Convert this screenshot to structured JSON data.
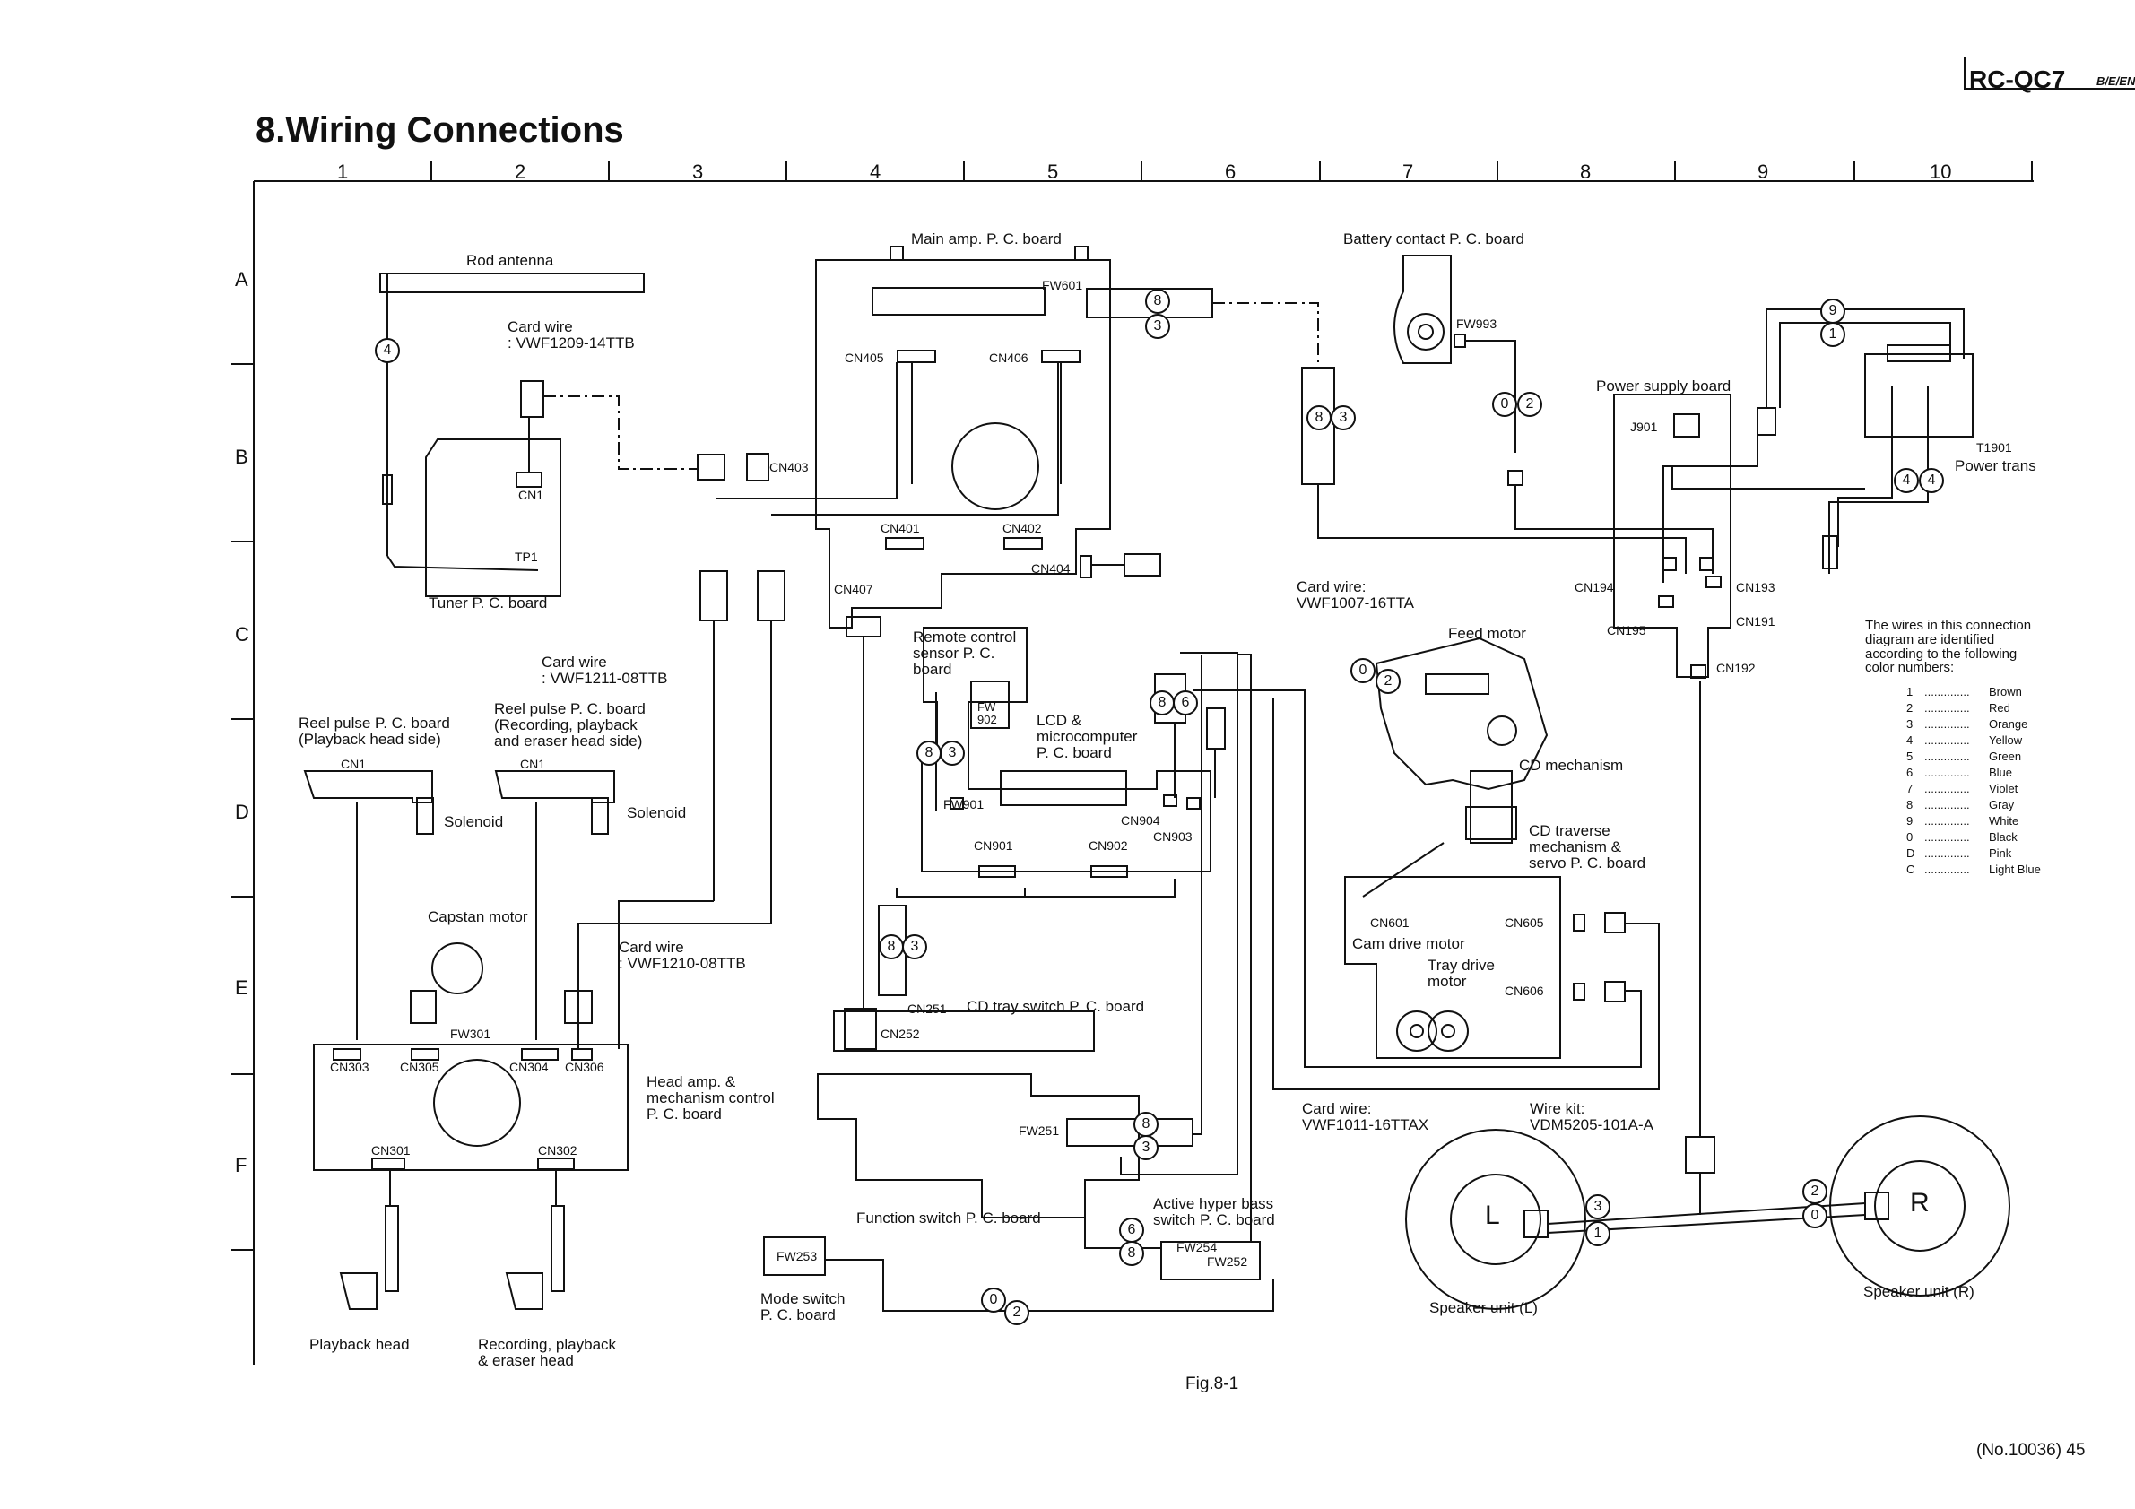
{
  "header": {
    "model": "RC-QC7",
    "variants": "B/E/EN/G"
  },
  "title": "8.Wiring Connections",
  "grid": {
    "columns": [
      "1",
      "2",
      "3",
      "4",
      "5",
      "6",
      "7",
      "8",
      "9",
      "10"
    ],
    "rows": [
      "A",
      "B",
      "C",
      "D",
      "E",
      "F"
    ]
  },
  "boards": {
    "main_amp": "Main amp. P. C. board",
    "battery_contact": "Battery contact P. C. board",
    "power_supply": "Power supply board",
    "power_trans": "Power trans",
    "tuner": "Tuner P. C. board",
    "remote_sensor": "Remote control\nsensor P. C.\nboard",
    "lcd_micro": "LCD &\nmicrocomputer\nP. C. board",
    "reel_pulse_play": "Reel pulse P. C. board\n(Playback head side)",
    "reel_pulse_rec": "Reel pulse P. C. board\n(Recording, playback\n and eraser head side)",
    "head_amp": "Head amp. &\nmechanism control\nP. C. board",
    "cd_tray_switch": "CD tray switch P. C. board",
    "function_switch": "Function switch P. C. board",
    "active_hyper_bass": "Active hyper bass\nswitch P. C. board",
    "mode_switch": "Mode switch\nP. C. board",
    "cd_traverse": "CD traverse\nmechanism &\nservo P. C. board"
  },
  "components": {
    "rod_antenna": "Rod antenna",
    "capstan_motor": "Capstan motor",
    "solenoid_1": "Solenoid",
    "solenoid_2": "Solenoid",
    "feed_motor": "Feed motor",
    "cd_mechanism": "CD mechanism",
    "cam_drive_motor": "Cam drive motor",
    "tray_drive_motor": "Tray drive\nmotor",
    "playback_head": "Playback head",
    "rec_head": "Recording, playback\n& eraser head",
    "speaker_l": "Speaker unit (L)",
    "speaker_r": "Speaker unit (R)",
    "speaker_l_mark": "L",
    "speaker_r_mark": "R"
  },
  "wires": {
    "card_wire_1209": "Card wire\n: VWF1209-14TTB",
    "card_wire_1211": "Card wire\n: VWF1211-08TTB",
    "card_wire_1210": "Card wire\n: VWF1210-08TTB",
    "card_wire_1007": "Card wire:\nVWF1007-16TTA",
    "card_wire_1011": "Card wire:\nVWF1011-16TTAX",
    "wire_kit": "Wire kit:\nVDM5205-101A-A"
  },
  "connectors": {
    "cn405": "CN405",
    "cn406": "CN406",
    "fw601": "FW601",
    "fw993": "FW993",
    "j901": "J901",
    "t1901": "T1901",
    "cn1_tuner": "CN1",
    "tp1": "TP1",
    "cn403": "CN403",
    "cn401": "CN401",
    "cn402": "CN402",
    "cn404": "CN404",
    "cn407": "CN407",
    "cn194": "CN194",
    "cn193": "CN193",
    "cn195": "CN195",
    "cn191": "CN191",
    "cn192": "CN192",
    "fw902": "FW\n902",
    "fw901": "FW901",
    "cn904": "CN904",
    "cn903": "CN903",
    "cn901": "CN901",
    "cn902": "CN902",
    "cn1_play": "CN1",
    "cn1_rec": "CN1",
    "cn601": "CN601",
    "cn605": "CN605",
    "cn606": "CN606",
    "fw301": "FW301",
    "cn303": "CN303",
    "cn305": "CN305",
    "cn304": "CN304",
    "cn306": "CN306",
    "cn251": "CN251",
    "cn252": "CN252",
    "cn301": "CN301",
    "cn302": "CN302",
    "fw251": "FW251",
    "fw253": "FW253",
    "fw254": "FW254",
    "fw252": "FW252"
  },
  "legend": {
    "note": "The wires in this connection\ndiagram are identified\naccording to the following\ncolor numbers:",
    "items": [
      {
        "code": "1",
        "color": "Brown"
      },
      {
        "code": "2",
        "color": "Red"
      },
      {
        "code": "3",
        "color": "Orange"
      },
      {
        "code": "4",
        "color": "Yellow"
      },
      {
        "code": "5",
        "color": "Green"
      },
      {
        "code": "6",
        "color": "Blue"
      },
      {
        "code": "7",
        "color": "Violet"
      },
      {
        "code": "8",
        "color": "Gray"
      },
      {
        "code": "9",
        "color": "White"
      },
      {
        "code": "0",
        "color": "Black"
      },
      {
        "code": "D",
        "color": "Pink"
      },
      {
        "code": "C",
        "color": "Light Blue"
      }
    ],
    "dots": ".............."
  },
  "wire_codes": {
    "w1": "4",
    "w2": "8",
    "w3": "3",
    "w4": "8",
    "w5": "3",
    "w6": "0",
    "w7": "2",
    "w8": "9",
    "w9": "1",
    "w10": "4",
    "w11": "4",
    "w12": "0",
    "w13": "2",
    "w14": "8",
    "w15": "6",
    "w16": "8",
    "w17": "3",
    "w18": "8",
    "w19": "3",
    "w20": "8",
    "w21": "3",
    "w22": "6",
    "w23": "8",
    "w24": "0",
    "w25": "2",
    "w26": "3",
    "w27": "1",
    "w28": "2",
    "w29": "0"
  },
  "figure": "Fig.8-1",
  "page": "(No.10036) 45"
}
